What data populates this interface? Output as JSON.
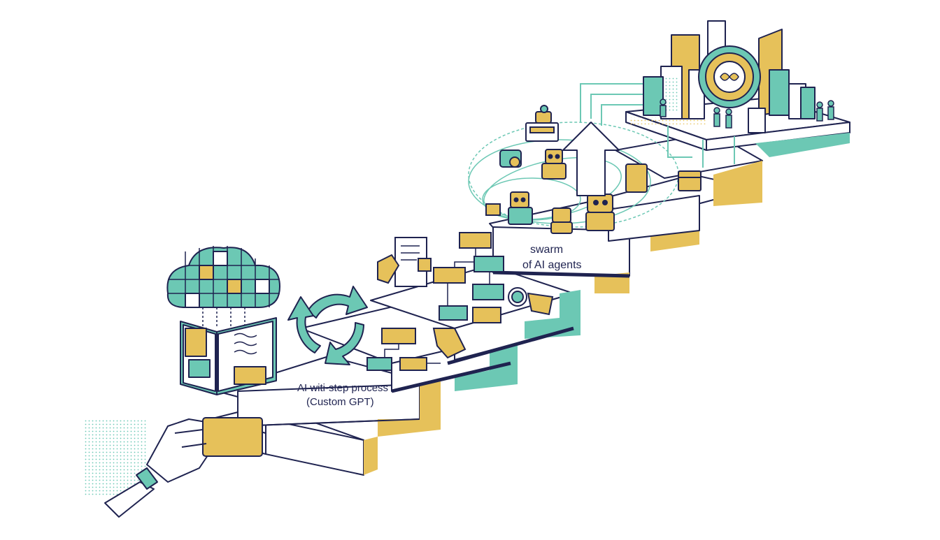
{
  "colors": {
    "teal": "#6cc8b4",
    "gold": "#e6c15a",
    "navy": "#1f2350",
    "white": "#ffffff"
  },
  "steps": [
    {
      "lines": [
        "AI witi-step process",
        "(Custom GPT)"
      ]
    },
    {
      "lines": [
        "swarm",
        "of AI agents"
      ]
    }
  ],
  "icons": [
    "robot-hand-icon",
    "cloud-icon",
    "open-book-icon",
    "cycle-arrows-icon",
    "flowchart-icon",
    "document-icon",
    "magnifier-icon",
    "robot-icon",
    "up-arrow-icon",
    "calendar-icon",
    "city-icon",
    "gear-brain-icon",
    "people-icon"
  ]
}
